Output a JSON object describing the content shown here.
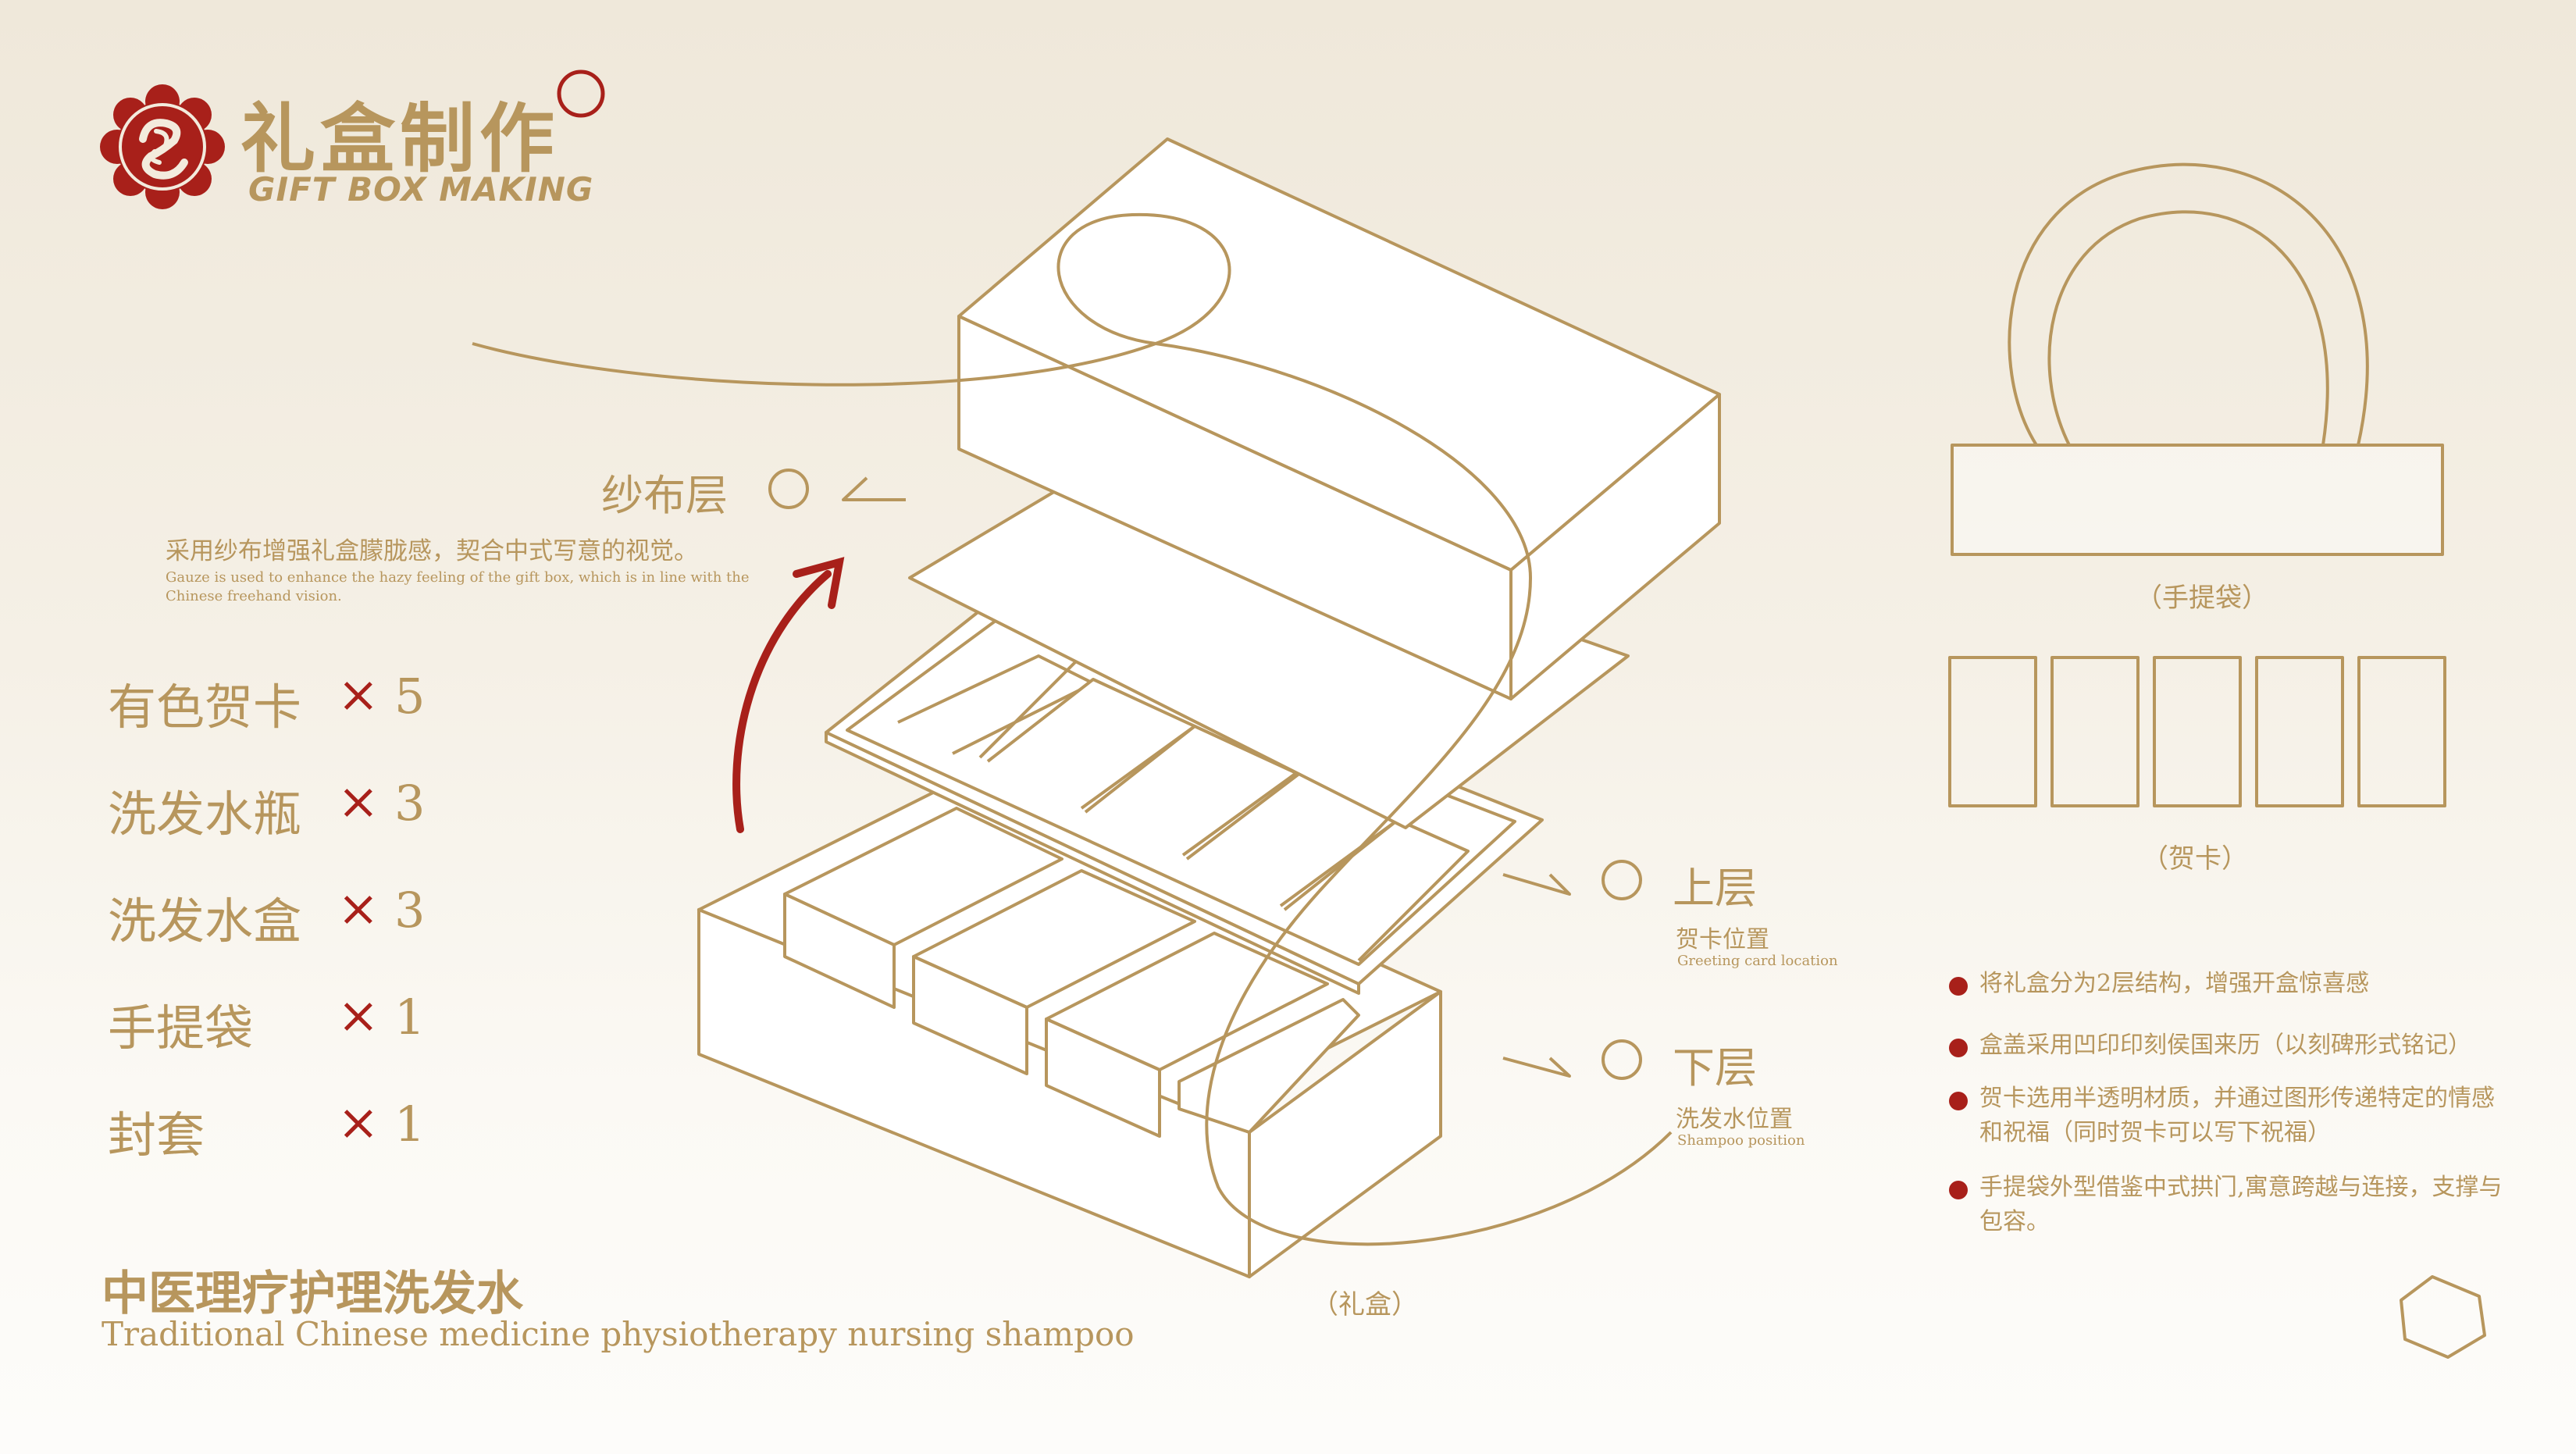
{
  "brand": {
    "title": "礼盒制作",
    "subtitle": "GIFT BOX MAKING"
  },
  "items": [
    {
      "name": "有色贺卡",
      "x": "×",
      "count": "5"
    },
    {
      "name": "洗发水瓶",
      "x": "×",
      "count": "3"
    },
    {
      "name": "洗发水盒",
      "x": "×",
      "count": "3"
    },
    {
      "name": "手提袋",
      "x": "×",
      "count": "1"
    },
    {
      "name": "封套",
      "x": "×",
      "count": "1"
    }
  ],
  "product": {
    "name_cn": "中医理疗护理洗发水",
    "name_en": "Traditional Chinese medicine physiotherapy nursing shampoo"
  },
  "gauze": {
    "title": "纱布层",
    "desc_cn": "采用纱布增强礼盒朦胧感，契合中式写意的视觉。",
    "desc_en": "Gauze is used to enhance the hazy feeling of the gift box, which is in line with the Chinese freehand vision."
  },
  "upper": {
    "title": "上层",
    "sub_cn": "贺卡位置",
    "sub_en": "Greeting card location"
  },
  "lower": {
    "title": "下层",
    "sub_cn": "洗发水位置",
    "sub_en": "Shampoo position"
  },
  "captions": {
    "bag": "（手提袋）",
    "card": "（贺卡）",
    "box": "（礼盒）"
  },
  "notes": [
    "将礼盒分为2层结构，增强开盒惊喜感",
    "盒盖采用凹印印刻侯国来历（以刻碑形式铭记）",
    "贺卡选用半透明材质，并通过图形传递特定的情感和祝福（同时贺卡可以写下祝福）",
    "手提袋外型借鉴中式拱门,寓意跨越与连接，支撑与包容。"
  ],
  "colors": {
    "gold": "#b7965d",
    "red": "#a8201a",
    "background": "#f4eee3"
  }
}
